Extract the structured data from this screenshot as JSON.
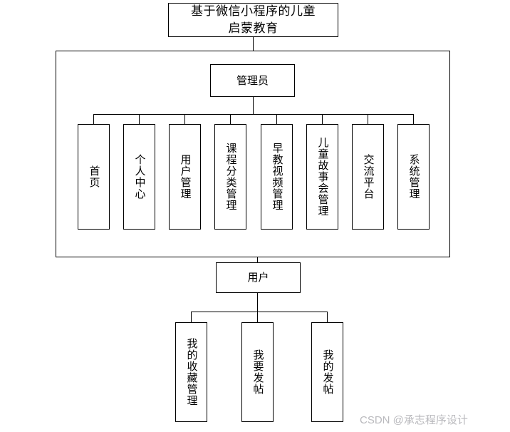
{
  "diagram": {
    "title": {
      "line1": "基于微信小程序的儿童",
      "line2": "启蒙教育"
    },
    "admin": {
      "label": "管理员"
    },
    "admin_children": [
      {
        "label": "首页"
      },
      {
        "label": "个人中心"
      },
      {
        "label": "用户管理"
      },
      {
        "label": "课程分类管理"
      },
      {
        "label": "早教视频管理"
      },
      {
        "label": "儿童故事会管理"
      },
      {
        "label": "交流平台"
      },
      {
        "label": "系统管理"
      }
    ],
    "user": {
      "label": "用户"
    },
    "user_children": [
      {
        "label": "我的收藏管理"
      },
      {
        "label": "我要发帖"
      },
      {
        "label": "我的发帖"
      }
    ]
  },
  "watermark": {
    "text": "CSDN @承志程序设计"
  },
  "colors": {
    "stroke": "#000000",
    "background": "#ffffff",
    "watermark": "#b9b9bd"
  }
}
